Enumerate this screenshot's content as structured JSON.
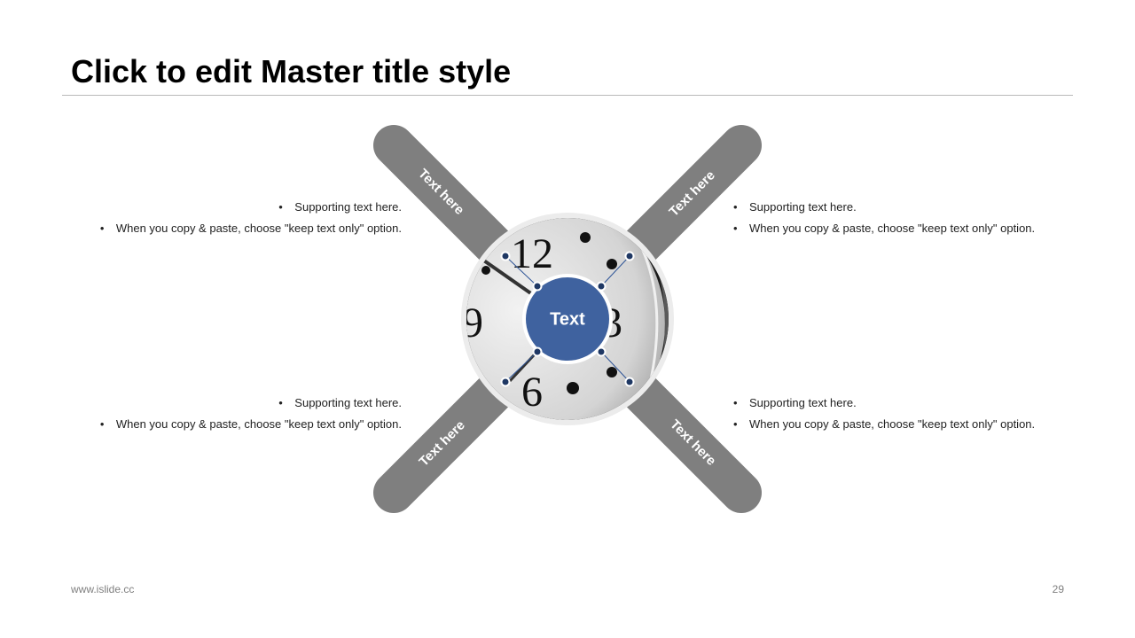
{
  "slide": {
    "title": "Click to edit Master title style",
    "footer_url": "www.islide.cc",
    "page_number": "29"
  },
  "diagram": {
    "center_label": "Text",
    "arms": [
      {
        "position": "top-left",
        "label": "Text here"
      },
      {
        "position": "top-right",
        "label": "Text here"
      },
      {
        "position": "bottom-left",
        "label": "Text here"
      },
      {
        "position": "bottom-right",
        "label": "Text here"
      }
    ],
    "colors": {
      "arm": "#7f7f7f",
      "center_fill": "#2f5597",
      "connector_dot": "#1f3864"
    }
  },
  "blocks": {
    "top_left": {
      "line1": "Supporting text here.",
      "line2": "When you copy & paste, choose \"keep text only\" option."
    },
    "top_right": {
      "line1": "Supporting text here.",
      "line2": "When you copy & paste, choose \"keep text only\" option."
    },
    "bottom_left": {
      "line1": "Supporting text here.",
      "line2": "When you copy & paste, choose \"keep text only\" option."
    },
    "bottom_right": {
      "line1": "Supporting text here.",
      "line2": "When you copy & paste, choose \"keep text only\" option."
    }
  }
}
